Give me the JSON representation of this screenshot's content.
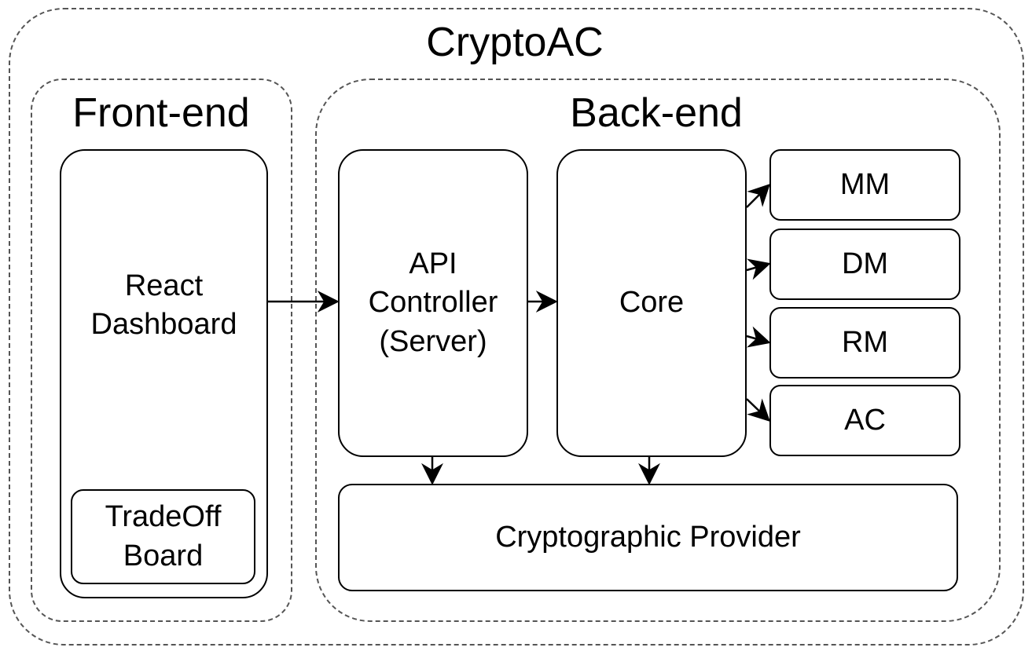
{
  "system": {
    "title": "CryptoAC"
  },
  "frontend": {
    "title": "Front-end",
    "dashboard_label": "React\nDashboard",
    "tradeoff_label": "TradeOff\nBoard"
  },
  "backend": {
    "title": "Back-end",
    "api_label": "API\nController\n(Server)",
    "core_label": "Core",
    "modules": [
      {
        "label": "MM"
      },
      {
        "label": "DM"
      },
      {
        "label": "RM"
      },
      {
        "label": "AC"
      }
    ],
    "provider_label": "Cryptographic Provider"
  },
  "colors": {
    "stroke": "#000000",
    "dashed": "#555555",
    "background": "#ffffff"
  }
}
